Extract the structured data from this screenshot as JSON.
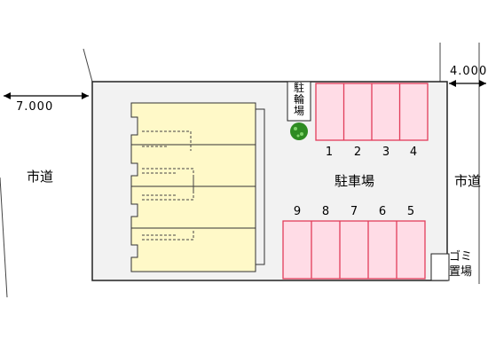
{
  "labels": {
    "road_left": "市道",
    "road_right": "市道",
    "parking_lot": "駐車場",
    "bicycle_parking": "駐輪場",
    "garbage_area_line1": "ゴミ",
    "garbage_area_line2": "置場"
  },
  "dimensions": {
    "left_road_width": "7.000",
    "right_road_width": "4.000"
  },
  "parking": {
    "top_row": [
      "1",
      "2",
      "3",
      "4"
    ],
    "bottom_row": [
      "9",
      "8",
      "7",
      "6",
      "5"
    ]
  },
  "colors": {
    "site_fill": "#f2f2f2",
    "building_fill": "#fff9c8",
    "slot_fill": "#ffdce6",
    "slot_stroke": "#e23c5a",
    "tree": "#2e8b22"
  }
}
